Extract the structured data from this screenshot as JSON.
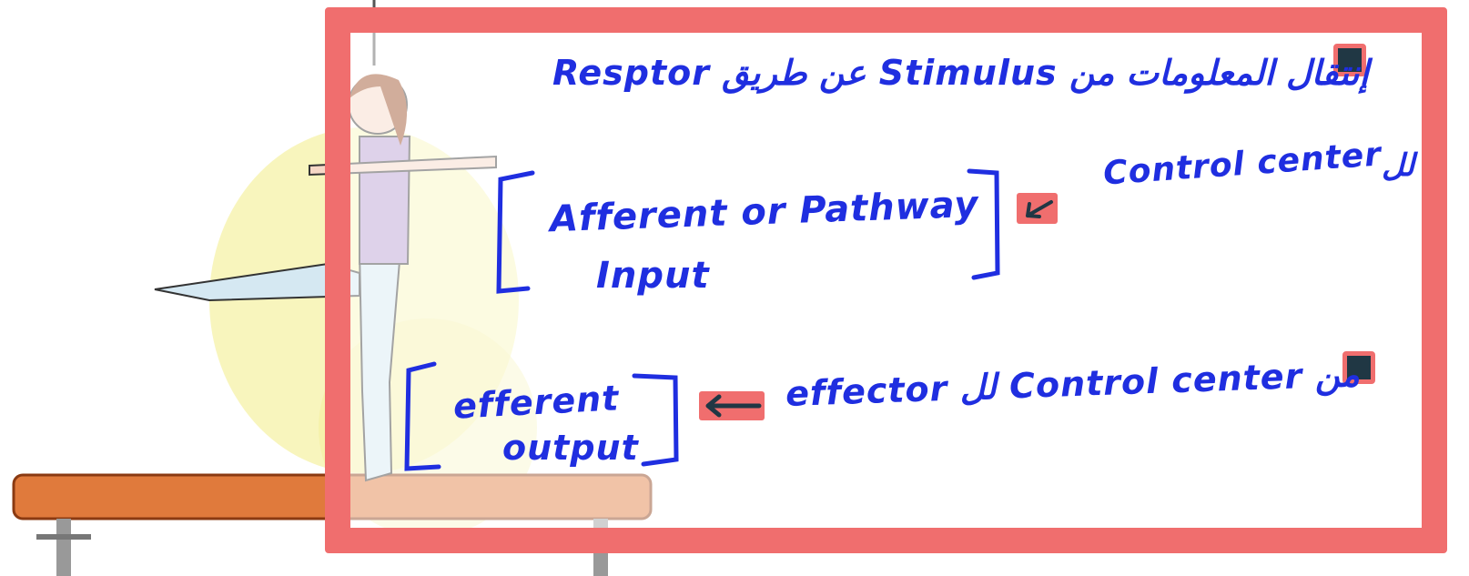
{
  "notes": {
    "line1": "إنتقال المعلومات من Stimulus عن طريق Resptor",
    "line2": "Resptor عن طريق Stimulus",
    "control_center_1": "Control center",
    "control_center_1_prefix": "لل",
    "bracket1_top": "Afferent or Pathway",
    "bracket1_bottom": "Input",
    "line_effector": "من Control center لل effector",
    "bracket2_top": "efferent",
    "bracket2_bottom": "output"
  },
  "colors": {
    "frame": "#f06e6e",
    "ink": "#1f2ee0",
    "bullet": "#203744",
    "beam": "#e07a3c",
    "leotard": "#b79bd0"
  }
}
